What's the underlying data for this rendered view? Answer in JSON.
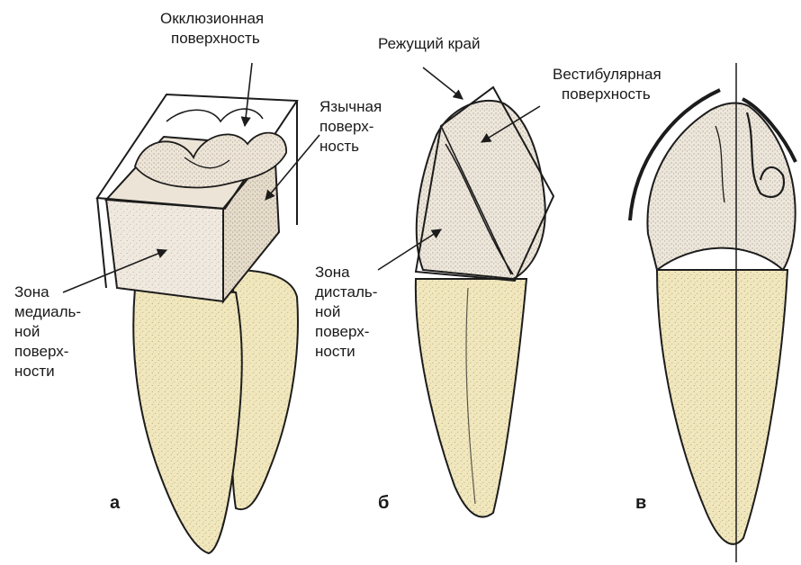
{
  "labels": {
    "occlusal": [
      "Окклюзионная",
      "поверхность"
    ],
    "lingual": [
      "Язычная",
      "поверх-",
      "ность"
    ],
    "medial": [
      "Зона",
      "медиаль-",
      "ной",
      "поверх-",
      "ности"
    ],
    "cutting_edge": "Режущий край",
    "vestibular": [
      "Вестибулярная",
      "поверхность"
    ],
    "distal": [
      "Зона",
      "дисталь-",
      "ной",
      "поверх-",
      "ности"
    ]
  },
  "panels": [
    "а",
    "б",
    "в"
  ],
  "colors": {
    "root": "#f1e7bd",
    "crown": "#efe8dd",
    "outline": "#1c1c1c",
    "stipple": "#6b5a3a"
  }
}
